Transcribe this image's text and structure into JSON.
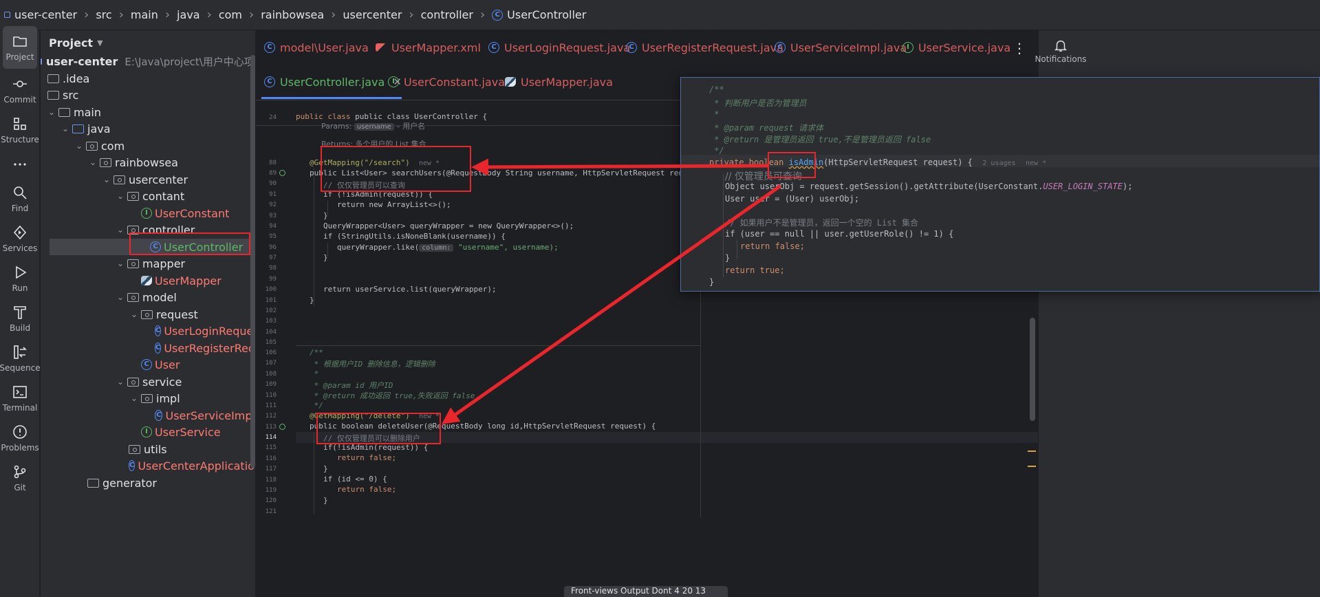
{
  "breadcrumb": [
    "user-center",
    "src",
    "main",
    "java",
    "com",
    "rainbowsea",
    "usercenter",
    "controller",
    "UserController"
  ],
  "toolstrip": [
    {
      "label": "Project",
      "icon": "folder-icon"
    },
    {
      "label": "Commit",
      "icon": "commit-icon"
    },
    {
      "label": "Structure",
      "icon": "structure-icon"
    },
    {
      "label": "",
      "icon": "more-icon"
    },
    {
      "label": "Find",
      "icon": "search-icon"
    },
    {
      "label": "Services",
      "icon": "services-icon"
    },
    {
      "label": "Run",
      "icon": "run-icon"
    },
    {
      "label": "Build",
      "icon": "build-icon"
    },
    {
      "label": "Sequence",
      "icon": "sequence-icon"
    },
    {
      "label": "Terminal",
      "icon": "terminal-icon"
    },
    {
      "label": "Problems",
      "icon": "problems-icon"
    },
    {
      "label": "Git",
      "icon": "git-icon"
    }
  ],
  "project": {
    "title": "Project",
    "tree": [
      {
        "name": "user-center",
        "path": "E:\\Java\\project\\用户中心项目\\user-cent"
      },
      {
        "name": ".idea"
      },
      {
        "name": "src"
      },
      {
        "name": "main"
      },
      {
        "name": "java"
      },
      {
        "name": "com"
      },
      {
        "name": "rainbowsea"
      },
      {
        "name": "usercenter"
      },
      {
        "name": "contant"
      },
      {
        "name": "UserConstant"
      },
      {
        "name": "controller"
      },
      {
        "name": "UserController"
      },
      {
        "name": "mapper"
      },
      {
        "name": "UserMapper"
      },
      {
        "name": "model"
      },
      {
        "name": "request"
      },
      {
        "name": "UserLoginRequest"
      },
      {
        "name": "UserRegisterRequest"
      },
      {
        "name": "User"
      },
      {
        "name": "service"
      },
      {
        "name": "impl"
      },
      {
        "name": "UserServiceImpl"
      },
      {
        "name": "UserService"
      },
      {
        "name": "utils"
      },
      {
        "name": "UserCenterApplication"
      },
      {
        "name": "generator"
      }
    ]
  },
  "tabs": {
    "row1": [
      "model\\User.java",
      "UserMapper.xml",
      "UserLoginRequest.java",
      "UserRegisterRequest.java",
      "UserServiceImpl.java",
      "UserService.java"
    ],
    "row2": [
      "UserController.java",
      "UserConstant.java",
      "UserMapper.java"
    ]
  },
  "editor": {
    "sticky": "public class UserController {",
    "doc_params": "Params:",
    "doc_param_name": "username",
    "doc_param_desc": " – 用户名",
    "doc_returns": "Returns: 多个用户的 List 集合",
    "mapping_search": "@GetMapping(\"/search\")",
    "hint_new": "new *",
    "search_sig": "public List<User> searchUsers(@RequestBody String username, HttpServletRequest request) {",
    "c_admin_query": "// 仅仅管理员可以查询",
    "if_admin": "if (!isAdmin(request)) {",
    "ret_list": "return new ArrayList<>();",
    "brace": "}",
    "qw_decl": "QueryWrapper<User> queryWrapper = new QueryWrapper<>();",
    "if_blank": "if (StringUtils.isNoneBlank(username)) {",
    "qw_like_pre": "queryWrapper.like(",
    "qw_like_hint": "column:",
    "qw_like_post": " \"username\", username);",
    "ret_service": "return userService.list(queryWrapper);",
    "jd_open": "/**",
    "jd_delete_desc": " * 根据用户ID 删除信息，逻辑删除",
    "jd_star": " *",
    "jd_param": " * @param id 用户ID",
    "jd_return": " * @return 成功返回 true,失败返回 false",
    "jd_close": " */",
    "mapping_delete": "@GetMapping(\"/delete\")",
    "delete_sig": "public boolean deleteUser(@RequestBody long id,HttpServletRequest request) {",
    "c_admin_delete": "// 仅仅管理员可以删除用户",
    "if_admin2": "if(!isAdmin(request)) {",
    "ret_false": "return false;",
    "if_id": "if (id <= 0) {",
    "line_numbers": [
      "24",
      "88",
      "89",
      "90",
      "91",
      "92",
      "93",
      "94",
      "95",
      "96",
      "97",
      "98",
      "99",
      "100",
      "101",
      "102",
      "103",
      "104",
      "105",
      "106",
      "107",
      "108",
      "109",
      "110",
      "111",
      "112",
      "113",
      "114",
      "115",
      "116",
      "117",
      "118",
      "119",
      "120",
      "121"
    ]
  },
  "popup": {
    "jd_open": "/**",
    "jd_desc": " * 判断用户是否为管理员",
    "jd_star": " *",
    "jd_param": " * @param request 请求体",
    "jd_return": " * @return 是管理员返回 true,不是管理员返回 false",
    "jd_close": " */",
    "sig_pre": "private boolean ",
    "sig_name": "isAdmin",
    "sig_post": "(HttpServletRequest request) {",
    "usages": "2 usages",
    "hint_new": "new *",
    "c_admin_query": "// 仅管理员可查询",
    "obj_line_pre": "Object userObj = request.getSession().getAttribute(UserConstant.",
    "obj_line_const": "USER_LOGIN_STATE",
    "obj_line_post": ");",
    "user_line": "User user = (User) userObj;",
    "c_not_admin": "// 如果用户不是管理员，返回一个空的 List 集合",
    "if_line": "if (user == null || user.getUserRole() != 1) {",
    "ret_false": "return false;",
    "brace": "}",
    "ret_true": "return true;"
  },
  "right": {
    "notifications": "Notifications"
  },
  "bottom_popup": "Front-views Output   Dont 4   20   13"
}
